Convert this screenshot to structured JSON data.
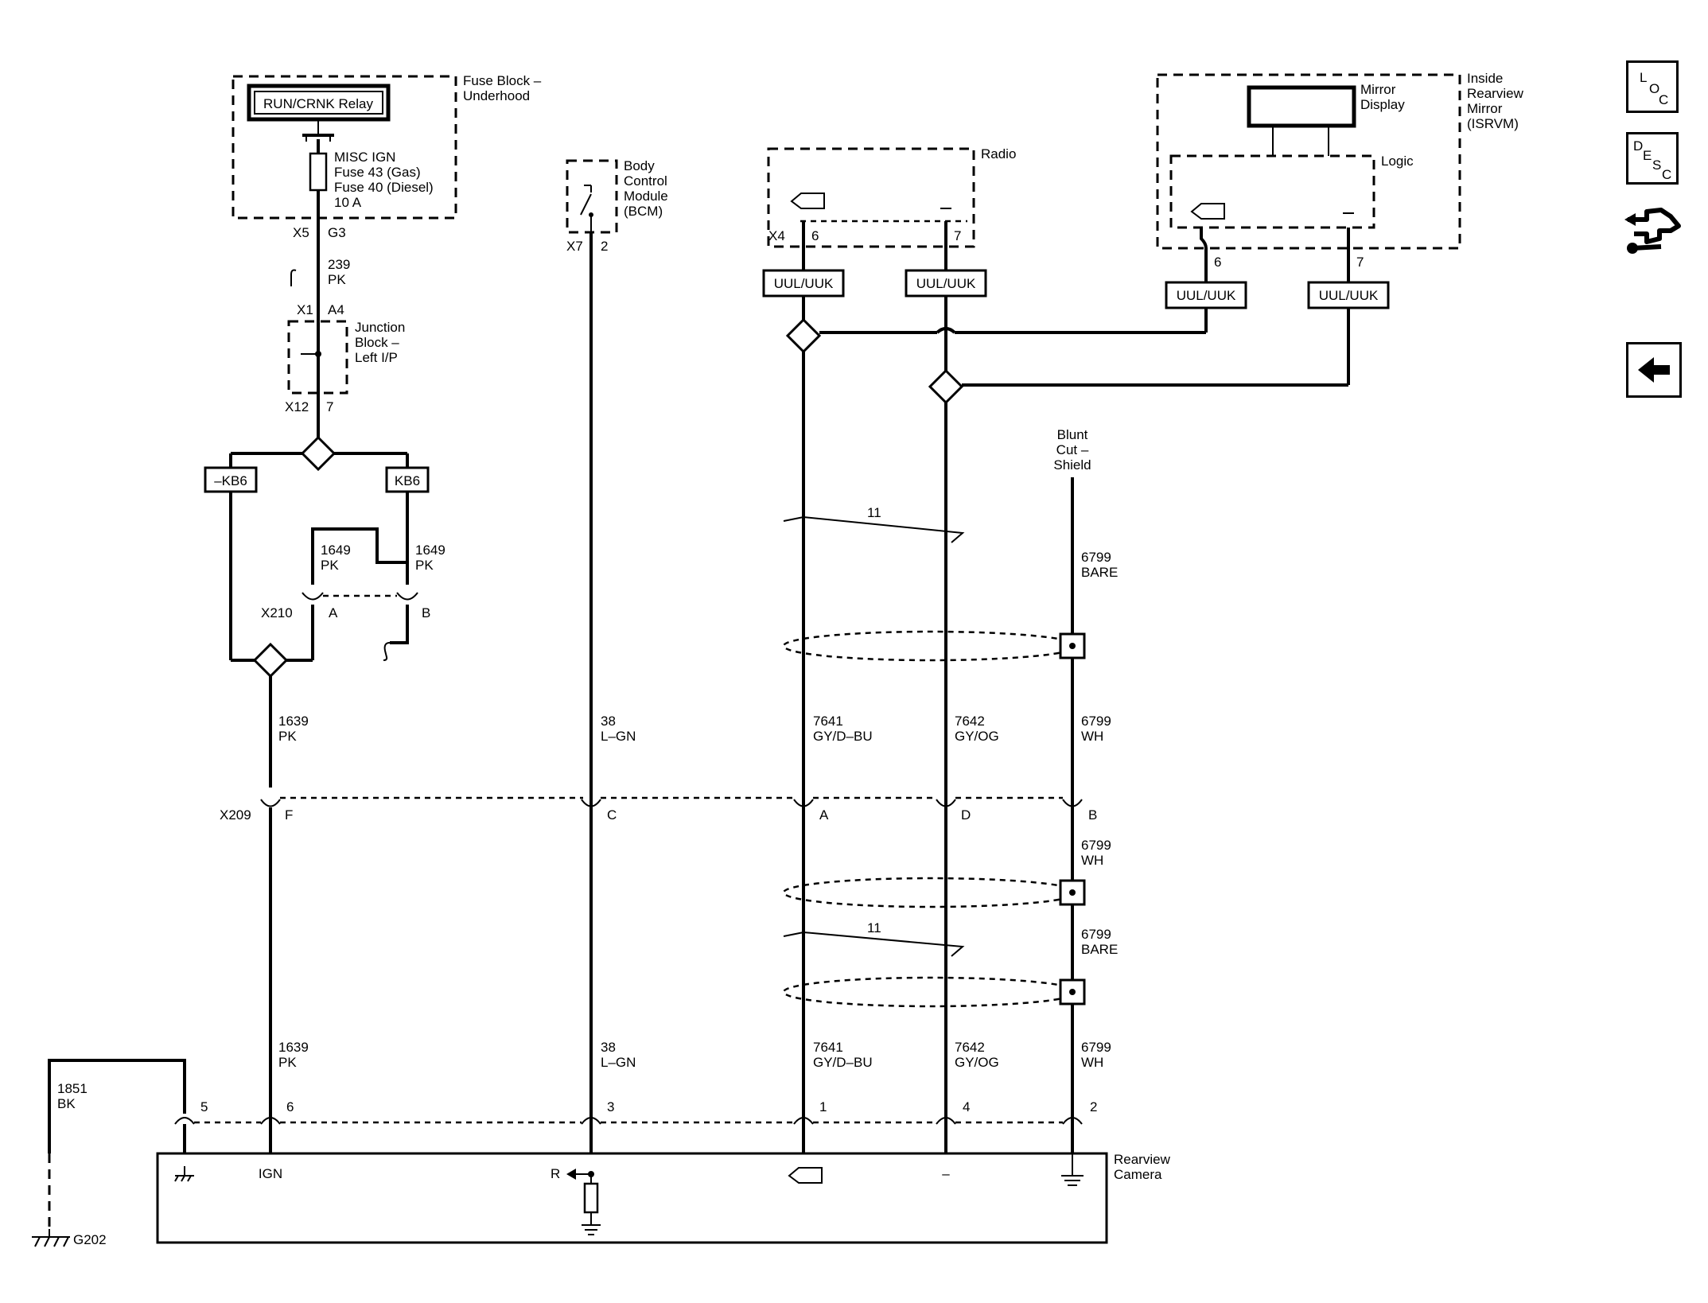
{
  "nav": {
    "loc": [
      "L",
      "O",
      "C"
    ],
    "desc": [
      "D",
      "E",
      "S",
      "C"
    ]
  },
  "components": {
    "fuse_block": [
      "Fuse Block –",
      "Underhood"
    ],
    "relay": "RUN/CRNK Relay",
    "fuse": [
      "MISC IGN",
      "Fuse 43 (Gas)",
      "Fuse 40 (Diesel)",
      "10 A"
    ],
    "bcm": [
      "Body",
      "Control",
      "Module",
      "(BCM)"
    ],
    "radio": "Radio",
    "isrvm": [
      "Inside",
      "Rearview",
      "Mirror",
      "(ISRVM)"
    ],
    "mirror_display": [
      "Mirror",
      "Display"
    ],
    "logic": "Logic",
    "junction_block": [
      "Junction",
      "Block –",
      "Left I/P"
    ],
    "blunt_cut": [
      "Blunt",
      "Cut –",
      "Shield"
    ],
    "rearview_camera": [
      "Rearview",
      "Camera"
    ],
    "ground": "G202"
  },
  "options": {
    "minus_kb6": "–KB6",
    "kb6": "KB6",
    "uul_uuk": "UUL/UUK"
  },
  "connectors": {
    "x5": "X5",
    "g3": "G3",
    "x1": "X1",
    "a4": "A4",
    "x12": "X12",
    "p7": "7",
    "x7": "X7",
    "p2": "2",
    "x4": "X4",
    "p6": "6",
    "mirror_6": "6",
    "mirror_7": "7",
    "x210": "X210",
    "x210_a": "A",
    "x210_b": "B",
    "x209": "X209",
    "x209_pins": [
      "F",
      "C",
      "A",
      "D",
      "B"
    ],
    "camera_pins": [
      "5",
      "6",
      "3",
      "1",
      "4",
      "2"
    ]
  },
  "wires": {
    "w239": [
      "239",
      "PK"
    ],
    "w1649a": [
      "1649",
      "PK"
    ],
    "w1649b": [
      "1649",
      "PK"
    ],
    "w1639": [
      "1639",
      "PK"
    ],
    "w38": [
      "38",
      "L–GN"
    ],
    "w7641": [
      "7641",
      "GY/D–BU"
    ],
    "w7642": [
      "7642",
      "GY/OG"
    ],
    "w6799_bare": [
      "6799",
      "BARE"
    ],
    "w6799_wh": [
      "6799",
      "WH"
    ],
    "w1851": [
      "1851",
      "BK"
    ],
    "twist": "11"
  },
  "camera_terminals": {
    "ign": "IGN",
    "r": "R",
    "minus": "–"
  }
}
